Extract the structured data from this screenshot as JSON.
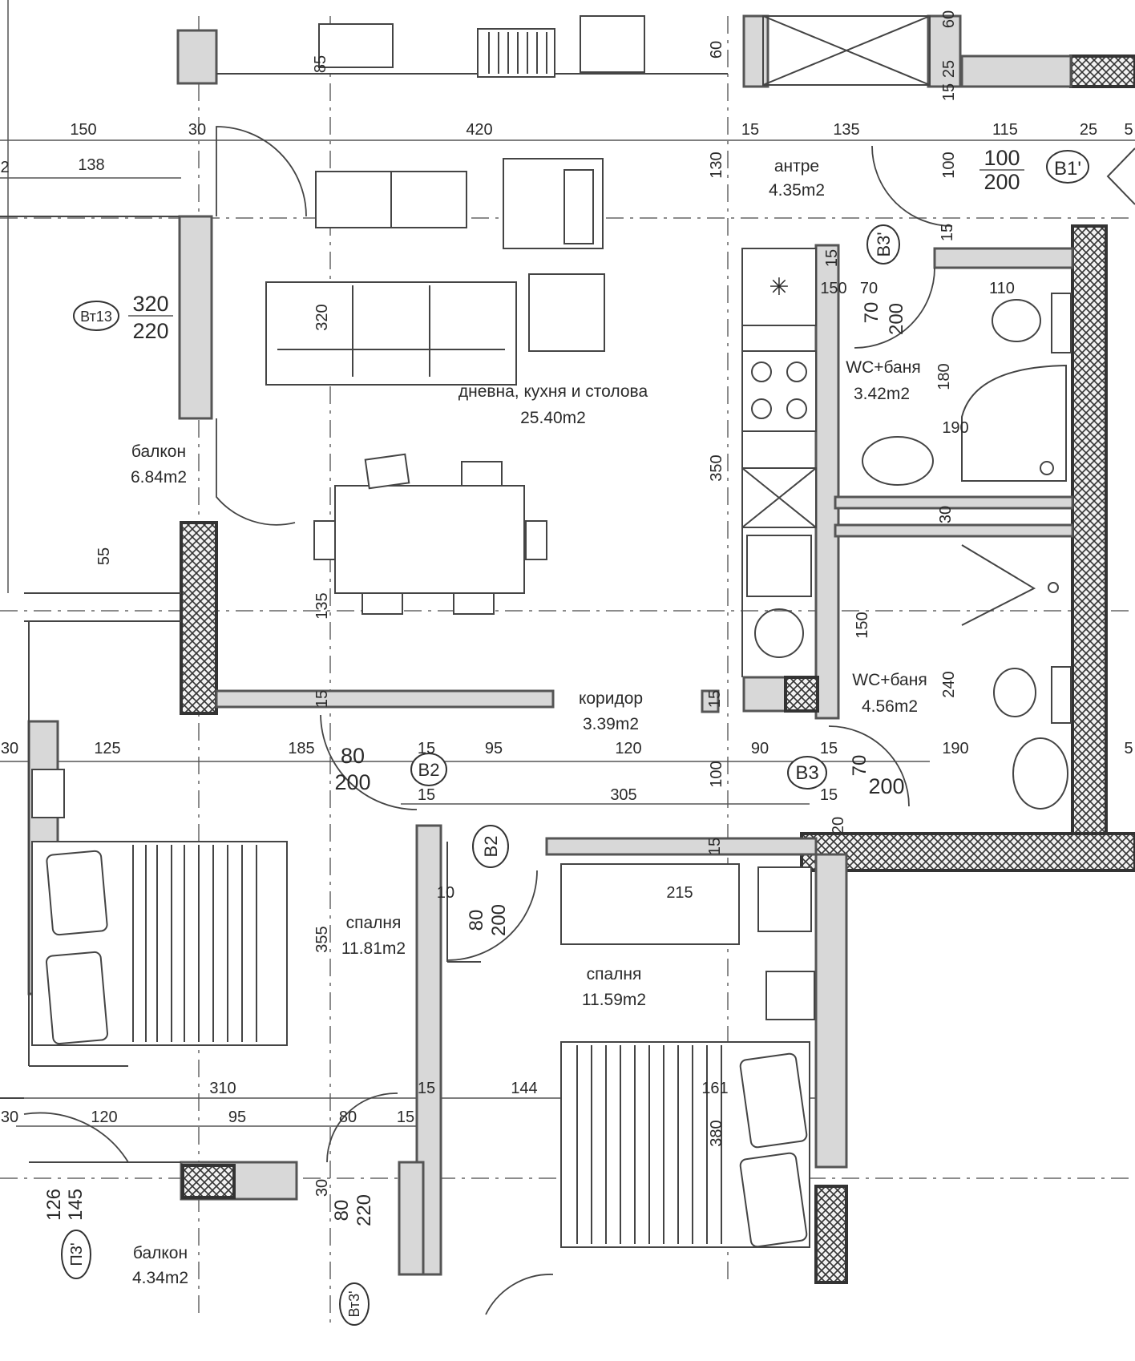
{
  "rooms": {
    "living": {
      "name": "дневна, кухня и столова",
      "area": "25.40m2"
    },
    "entrance": {
      "name": "антре",
      "area": "4.35m2"
    },
    "bath1": {
      "name": "WC+баня",
      "area": "3.42m2"
    },
    "bath2": {
      "name": "WC+баня",
      "area": "4.56m2"
    },
    "corridor": {
      "name": "коридор",
      "area": "3.39m2"
    },
    "balcony1": {
      "name": "балкон",
      "area": "6.84m2"
    },
    "bedroom1": {
      "name": "спалня",
      "area": "11.81m2"
    },
    "bedroom2": {
      "name": "спалня",
      "area": "11.59m2"
    },
    "balcony2": {
      "name": "балкон",
      "area": "4.34m2"
    }
  },
  "tags": {
    "bt13": "Вт13",
    "b1": "В1'",
    "b3_top": "В3'",
    "b2_corr": "В2",
    "b3_corr": "В3",
    "b2_bed": "В2",
    "bt3": "Вт3'",
    "p3": "П3'"
  },
  "openings": {
    "bt13_w": "320",
    "bt13_h": "220",
    "b1_w": "100",
    "b1_h": "200",
    "b3top_w": "70",
    "b3top_h": "200",
    "b2corr_w": "80",
    "b2corr_h": "200",
    "b3corr_w": "70",
    "b3corr_h": "200",
    "b2bed_w": "80",
    "b2bed_h": "200",
    "bt3_w": "80",
    "bt3_h": "220",
    "p3_w": "126",
    "p3_h": "145"
  },
  "dimensions": {
    "top_150": "150",
    "top_30": "30",
    "top_420": "420",
    "top_15": "15",
    "top_135": "135",
    "top_115": "115",
    "top_25": "25",
    "top_5": "5",
    "top_2": "2",
    "top_138": "138",
    "v_60": "60",
    "v_85": "85",
    "v_130": "130",
    "v_100": "100",
    "v_15a": "15",
    "v_25": "25",
    "v_60b": "60",
    "v_15b": "15",
    "v_15c": "15",
    "v_320": "320",
    "v_350": "350",
    "v_135": "135",
    "v_55": "55",
    "v_15d": "15",
    "v_15e": "15",
    "bath_150": "150",
    "bath_70": "70",
    "bath_110": "110",
    "bath_180": "180",
    "bath_190": "190",
    "bath_30": "30",
    "bath_150b": "150",
    "bath_240": "240",
    "mid_30": "30",
    "mid_125": "125",
    "mid_185": "185",
    "mid_15": "15",
    "mid_95": "95",
    "mid_120": "120",
    "mid_90": "90",
    "mid_15b": "15",
    "mid_190": "190",
    "mid_5": "5",
    "v_100b": "100",
    "mid_15c": "15",
    "mid_305": "305",
    "mid_15d": "15",
    "v_20": "20",
    "v_15f": "15",
    "bed_10": "10",
    "bed_215": "215",
    "v_355": "355",
    "bot_310": "310",
    "bot_15": "15",
    "bot_144": "144",
    "bot_161": "161",
    "bot_30": "30",
    "bot_120": "120",
    "bot_95": "95",
    "bot_80": "80",
    "bot_15b": "15",
    "v_380": "380",
    "v_30": "30"
  },
  "hatch_color": "#333333",
  "wall_color": "#d8d8d8"
}
